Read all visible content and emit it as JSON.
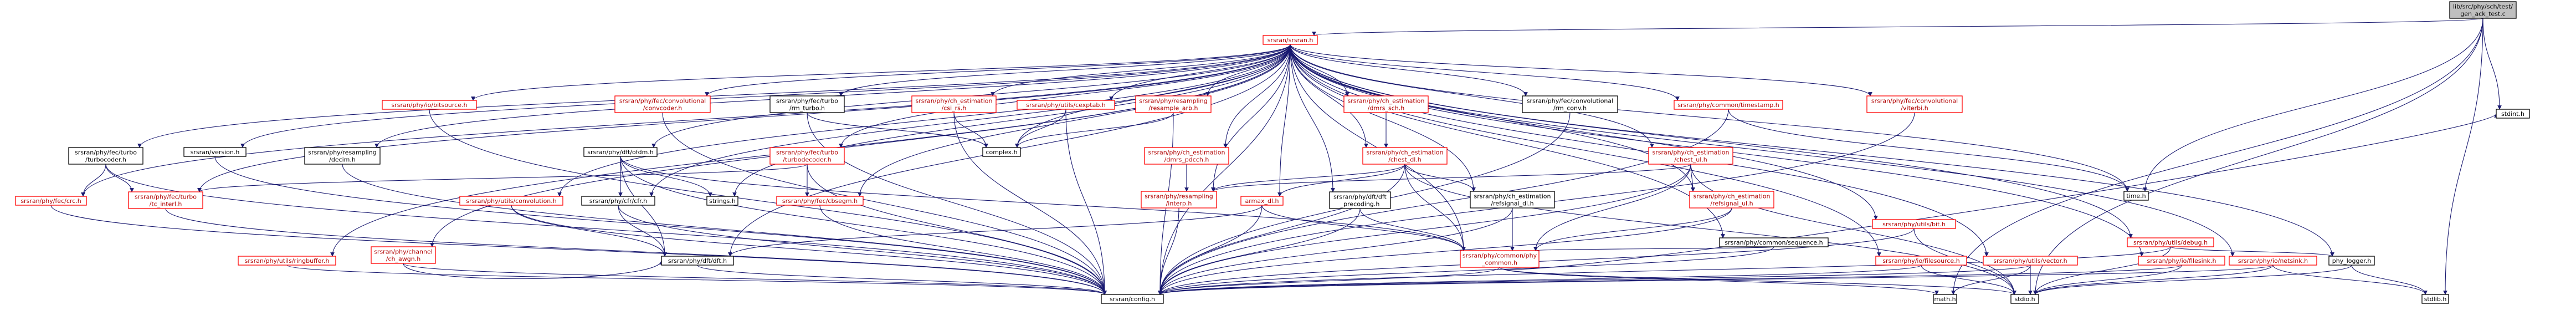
{
  "colors": {
    "edge": "#191970",
    "node_border": "#000000",
    "highlight_border": "#ff0000",
    "text_default": "#000000",
    "text_highlight": "#b00000",
    "root_fill": "#bfbfbf",
    "node_fill": "#ffffff"
  },
  "nodes": [
    {
      "id": "gen_ack_test",
      "label": [
        "lib/src/phy/sch/test/",
        "gen_ack_test.c"
      ],
      "root": true
    },
    {
      "id": "srsran",
      "label": [
        "srsran/srsran.h"
      ],
      "red": true
    },
    {
      "id": "stdint",
      "label": [
        "stdint.h"
      ]
    },
    {
      "id": "time",
      "label": [
        "time.h"
      ]
    },
    {
      "id": "stdio",
      "label": [
        "stdio.h"
      ]
    },
    {
      "id": "math",
      "label": [
        "math.h"
      ]
    },
    {
      "id": "stdlib",
      "label": [
        "stdlib.h"
      ]
    },
    {
      "id": "config",
      "label": [
        "srsran/config.h"
      ]
    },
    {
      "id": "phy_common",
      "label": [
        "srsran/phy/common/phy",
        "_common.h"
      ],
      "red": true
    },
    {
      "id": "phy_logger",
      "label": [
        "phy_logger.h"
      ]
    },
    {
      "id": "debug",
      "label": [
        "srsran/phy/utils/debug.h"
      ],
      "red": true
    },
    {
      "id": "dft",
      "label": [
        "srsran/phy/dft/dft.h"
      ]
    },
    {
      "id": "timestamp",
      "label": [
        "srsran/phy/common/timestamp.h"
      ],
      "red": true
    },
    {
      "id": "sequence",
      "label": [
        "srsran/phy/common/sequence.h"
      ]
    },
    {
      "id": "version",
      "label": [
        "srsran/version.h"
      ]
    },
    {
      "id": "turbocoder",
      "label": [
        "srsran/phy/fec/turbo",
        "/turbocoder.h"
      ]
    },
    {
      "id": "tc_interl",
      "label": [
        "srsran/phy/fec/turbo",
        "/tc_interl.h"
      ],
      "red": true
    },
    {
      "id": "crc",
      "label": [
        "srsran/phy/fec/crc.h"
      ],
      "red": true
    },
    {
      "id": "decim",
      "label": [
        "srsran/phy/resampling",
        "/decim.h"
      ]
    },
    {
      "id": "bitsource",
      "label": [
        "srsran/phy/io/bitsource.h"
      ],
      "red": true
    },
    {
      "id": "convolution",
      "label": [
        "srsran/phy/utils/convolution.h"
      ],
      "red": true
    },
    {
      "id": "ringbuffer",
      "label": [
        "srsran/phy/utils/ringbuffer.h"
      ],
      "red": true
    },
    {
      "id": "ch_awgn",
      "label": [
        "srsran/phy/channel",
        "/ch_awgn.h"
      ],
      "red": true
    },
    {
      "id": "rm_turbo",
      "label": [
        "srsran/phy/fec/turbo",
        "/rm_turbo.h"
      ]
    },
    {
      "id": "turbodecoder",
      "label": [
        "srsran/phy/fec/turbo",
        "/turbodecoder.h"
      ],
      "red": true
    },
    {
      "id": "conv_encoder",
      "label": [
        "srsran/phy/fec/convolutional",
        "/convcoder.h"
      ],
      "red": true
    },
    {
      "id": "cbsegm",
      "label": [
        "srsran/phy/fec/cbsegm.h"
      ],
      "red": true
    },
    {
      "id": "ofdm",
      "label": [
        "srsran/phy/dft/ofdm.h"
      ]
    },
    {
      "id": "strings",
      "label": [
        "strings.h"
      ]
    },
    {
      "id": "cp",
      "label": [
        "srsran/phy/cfr/cfr.h"
      ]
    },
    {
      "id": "refsignal_dl",
      "label": [
        "srsran/phy/ch_estimation",
        "/refsignal_dl.h"
      ]
    },
    {
      "id": "chest_dl",
      "label": [
        "srsran/phy/ch_estimation",
        "/chest_dl.h"
      ],
      "red": true
    },
    {
      "id": "dmrs_pdcch",
      "label": [
        "srsran/phy/ch_estimation",
        "/dmrs_pdcch.h"
      ],
      "red": true
    },
    {
      "id": "csi_rs",
      "label": [
        "srsran/phy/ch_estimation",
        "/csi_rs.h"
      ],
      "red": true
    },
    {
      "id": "dmrs_sch",
      "label": [
        "srsran/phy/ch_estimation",
        "/dmrs_sch.h"
      ],
      "red": true
    },
    {
      "id": "cexptab",
      "label": [
        "srsran/phy/utils/cexptab.h"
      ],
      "red": true
    },
    {
      "id": "complex",
      "label": [
        "complex.h"
      ]
    },
    {
      "id": "resample_arb",
      "label": [
        "srsran/phy/resampling",
        "/resample_arb.h"
      ],
      "red": true
    },
    {
      "id": "interp",
      "label": [
        "srsran/phy/resampling",
        "/interp.h"
      ],
      "red": true
    },
    {
      "id": "armax_dl",
      "label": [
        "armax_dl.h"
      ],
      "red": true
    },
    {
      "id": "dft_precoding",
      "label": [
        "srsran/phy/dft/dft",
        "_precoding.h"
      ]
    },
    {
      "id": "rm_conv",
      "label": [
        "srsran/phy/fec/convolutional",
        "/rm_conv.h"
      ]
    },
    {
      "id": "chest_ul",
      "label": [
        "srsran/phy/ch_estimation",
        "/chest_ul.h"
      ],
      "red": true
    },
    {
      "id": "refsignal_ul",
      "label": [
        "srsran/phy/ch_estimation",
        "/refsignal_ul.h"
      ],
      "red": true
    },
    {
      "id": "viterbi",
      "label": [
        "srsran/phy/fec/convolutional",
        "/viterbi.h"
      ],
      "red": true
    },
    {
      "id": "filesource",
      "label": [
        "srsran/phy/io/filesource.h"
      ],
      "red": true
    },
    {
      "id": "bit",
      "label": [
        "srsran/phy/utils/bit.h"
      ],
      "red": true
    },
    {
      "id": "vector",
      "label": [
        "srsran/phy/utils/vector.h"
      ],
      "red": true
    },
    {
      "id": "filesink",
      "label": [
        "srsran/phy/io/filesink.h"
      ],
      "red": true
    },
    {
      "id": "netsink",
      "label": [
        "srsran/phy/io/netsink.h"
      ],
      "red": true
    }
  ]
}
